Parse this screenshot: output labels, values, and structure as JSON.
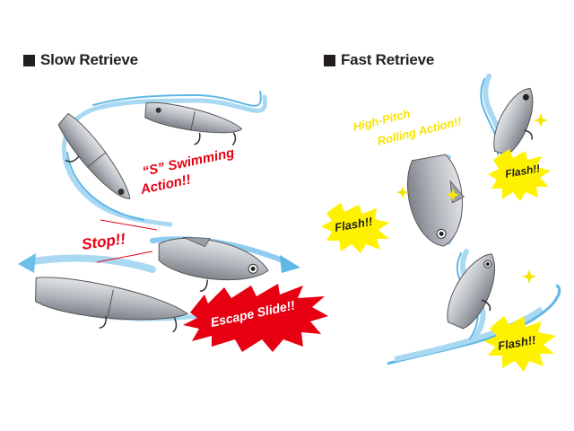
{
  "panels": {
    "slow": {
      "title": "Slow Retrieve",
      "labels": {
        "s_swim_line1": "“S” Swimming",
        "s_swim_line2": "Action!!",
        "stop": "Stop!!",
        "escape": "Escape Slide!!"
      }
    },
    "fast": {
      "title": "Fast Retrieve",
      "labels": {
        "pitch_line1": "High-Pitch",
        "pitch_line2": "Rolling Action!!",
        "flash_1": "Flash!!",
        "flash_2": "Flash!!",
        "flash_3": "Flash!!"
      }
    }
  },
  "colors": {
    "heading": "#231f20",
    "red_text": "#e60012",
    "yellow_text": "#f7e400",
    "flash_bg": "#fff200",
    "water_blue": "#5fb7e5",
    "light_blue": "#a9d8f2",
    "lure_body": "#b8bcc2",
    "lure_dark": "#6d7178",
    "burst_red": "#e60012"
  }
}
